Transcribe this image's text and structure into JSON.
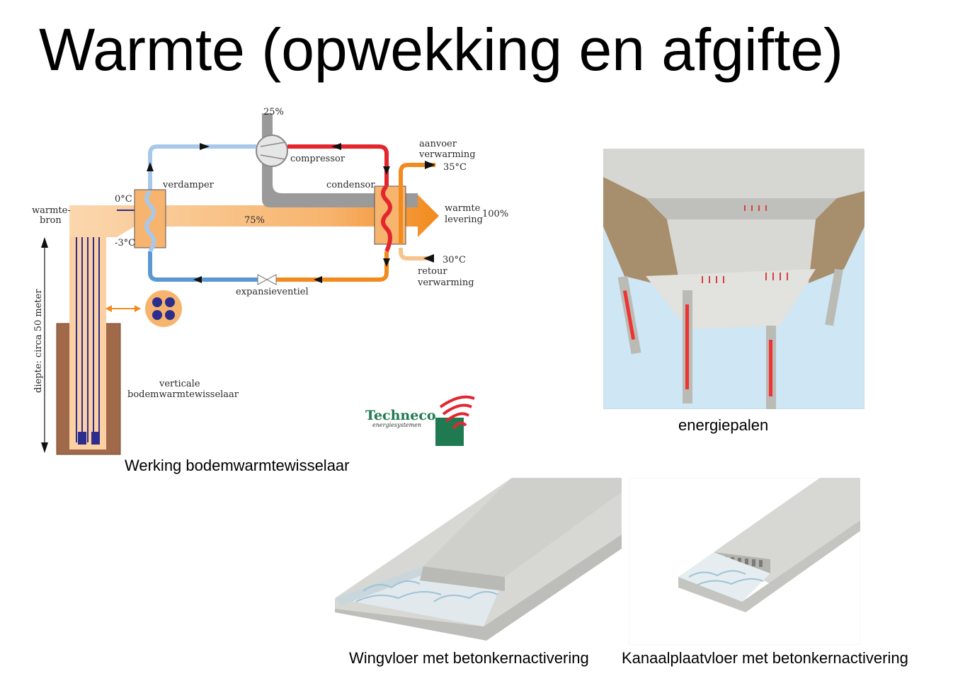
{
  "slide": {
    "title": "Warmte (opwekking en afgifte)"
  },
  "heatpump_diagram": {
    "caption": "Werking bodemwarmtewisselaar",
    "labels": {
      "top_percent": "25%",
      "compressor": "compressor",
      "verdamper": "verdamper",
      "condensor": "condensor",
      "aanvoer_1": "aanvoer",
      "aanvoer_2": "verwarming",
      "aanvoer_temp": "35°C",
      "warmtebron_1": "warmte-",
      "warmtebron_2": "bron",
      "temp_in": "0°C",
      "temp_out": "-3°C",
      "middle_percent": "75%",
      "warmte_levering_1": "warmte",
      "warmte_levering_2": "levering",
      "levering_percent": "100%",
      "retour_temp": "30°C",
      "retour_1": "retour",
      "retour_2": "verwarming",
      "expansieventiel": "expansieventiel",
      "depth": "diepte: circa 50 meter",
      "verticale_1": "verticale",
      "verticale_2": "bodemwarmtewisselaar"
    },
    "logo": {
      "name": "Techneco",
      "subtitle": "energiesystemen"
    }
  },
  "energy_piles": {
    "caption": "energiepalen"
  },
  "floor_wing": {
    "caption": "Wingvloer met betonkernactivering"
  },
  "floor_channel": {
    "caption": "Kanaalplaatvloer met betonkernactivering"
  }
}
